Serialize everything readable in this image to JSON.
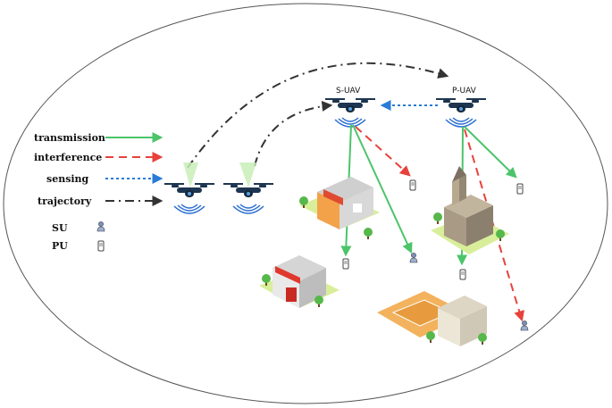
{
  "labels": {
    "s_uav": "S-UAV",
    "p_uav": "P-UAV"
  },
  "legend": {
    "transmission": "transmission",
    "interference": "interference",
    "sensing": "sensing",
    "trajectory": "trajectory",
    "su": "SU",
    "pu": "PU"
  },
  "colors": {
    "transmission": "#4cc46a",
    "interference": "#e8413c",
    "sensing": "#2a7bd6",
    "trajectory": "#444444",
    "uav_body": "#1d3550",
    "beam": "#c9efb8",
    "signal": "#2b6fd1",
    "ellipse": "#555555"
  },
  "icons": {
    "su": "user-icon",
    "pu": "phone-icon",
    "uav": "drone-icon",
    "building_cafe": "cafe-building",
    "building_fire": "fire-station-building",
    "building_church": "church-building",
    "building_school": "school-building"
  }
}
